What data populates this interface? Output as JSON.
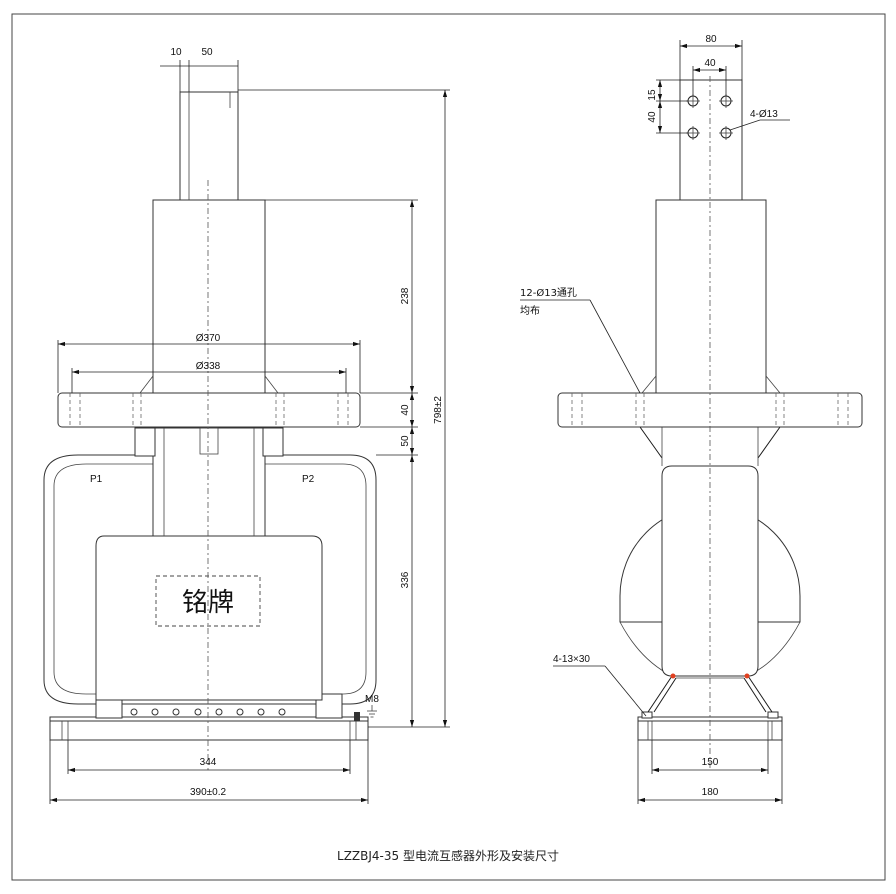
{
  "caption": "LZZBJ4-35 型电流互感器外形及安装尺寸",
  "front_view": {
    "dim_terminal_thickness": "10",
    "dim_terminal_width": "50",
    "dim_diameter_outer": "Ø370",
    "dim_diameter_bolt": "Ø338",
    "dim_upper_height": "238",
    "dim_flange_thickness": "40",
    "dim_neck_height": "50",
    "dim_body_height": "336",
    "dim_total_height": "798±2",
    "dim_mount_spacing": "344",
    "dim_base_width": "390±0.2",
    "label_p1": "P1",
    "label_p2": "P2",
    "nameplate": "铭牌",
    "ground_bolt": "M8"
  },
  "side_view": {
    "dim_terminal_width": "80",
    "dim_hole_spacing_h": "40",
    "dim_hole_edge": "15",
    "dim_hole_spacing_v": "40",
    "terminal_holes": "4-Ø13",
    "flange_holes": "12-Ø13通孔",
    "flange_holes_note": "均布",
    "mount_slots": "4-13×30",
    "dim_mount_spacing": "150",
    "dim_base_width": "180"
  }
}
